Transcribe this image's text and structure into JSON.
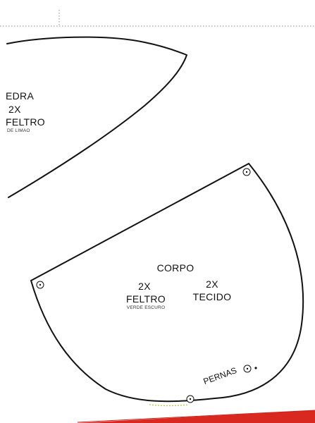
{
  "colors": {
    "paper": "#ffffff",
    "ink": "#111111",
    "guide": "#888888",
    "binding": "#d9281f",
    "stitch_tint": "#b9c23a"
  },
  "pattern_top": {
    "name_fragment": "EDRA",
    "quantity": "2X",
    "material": "FELTRO",
    "color_note": "DE LIMAO"
  },
  "pattern_body": {
    "name": "CORPO",
    "felt_quantity": "2X",
    "felt_material": "FELTRO",
    "felt_color_note": "VERDE ESCURO",
    "fabric_quantity": "2X",
    "fabric_material": "TECIDO",
    "legs_label": "PERNAS"
  }
}
